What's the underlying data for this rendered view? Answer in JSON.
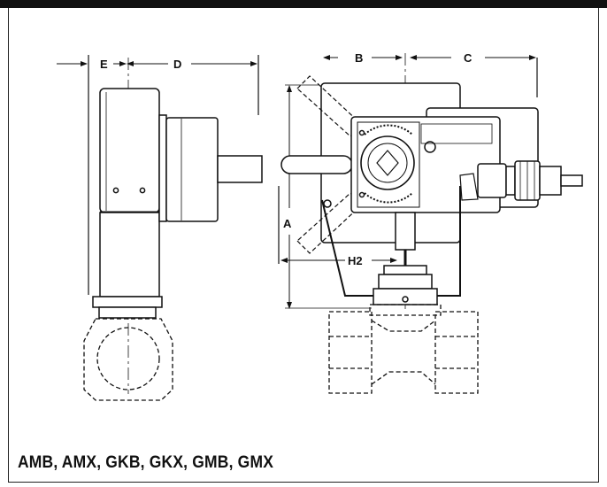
{
  "dimension_labels": {
    "e": "E",
    "d": "D",
    "b": "B",
    "c": "C",
    "a": "A",
    "h2": "H2"
  },
  "caption": "AMB, AMX, GKB, GKX, GMB, GMX"
}
